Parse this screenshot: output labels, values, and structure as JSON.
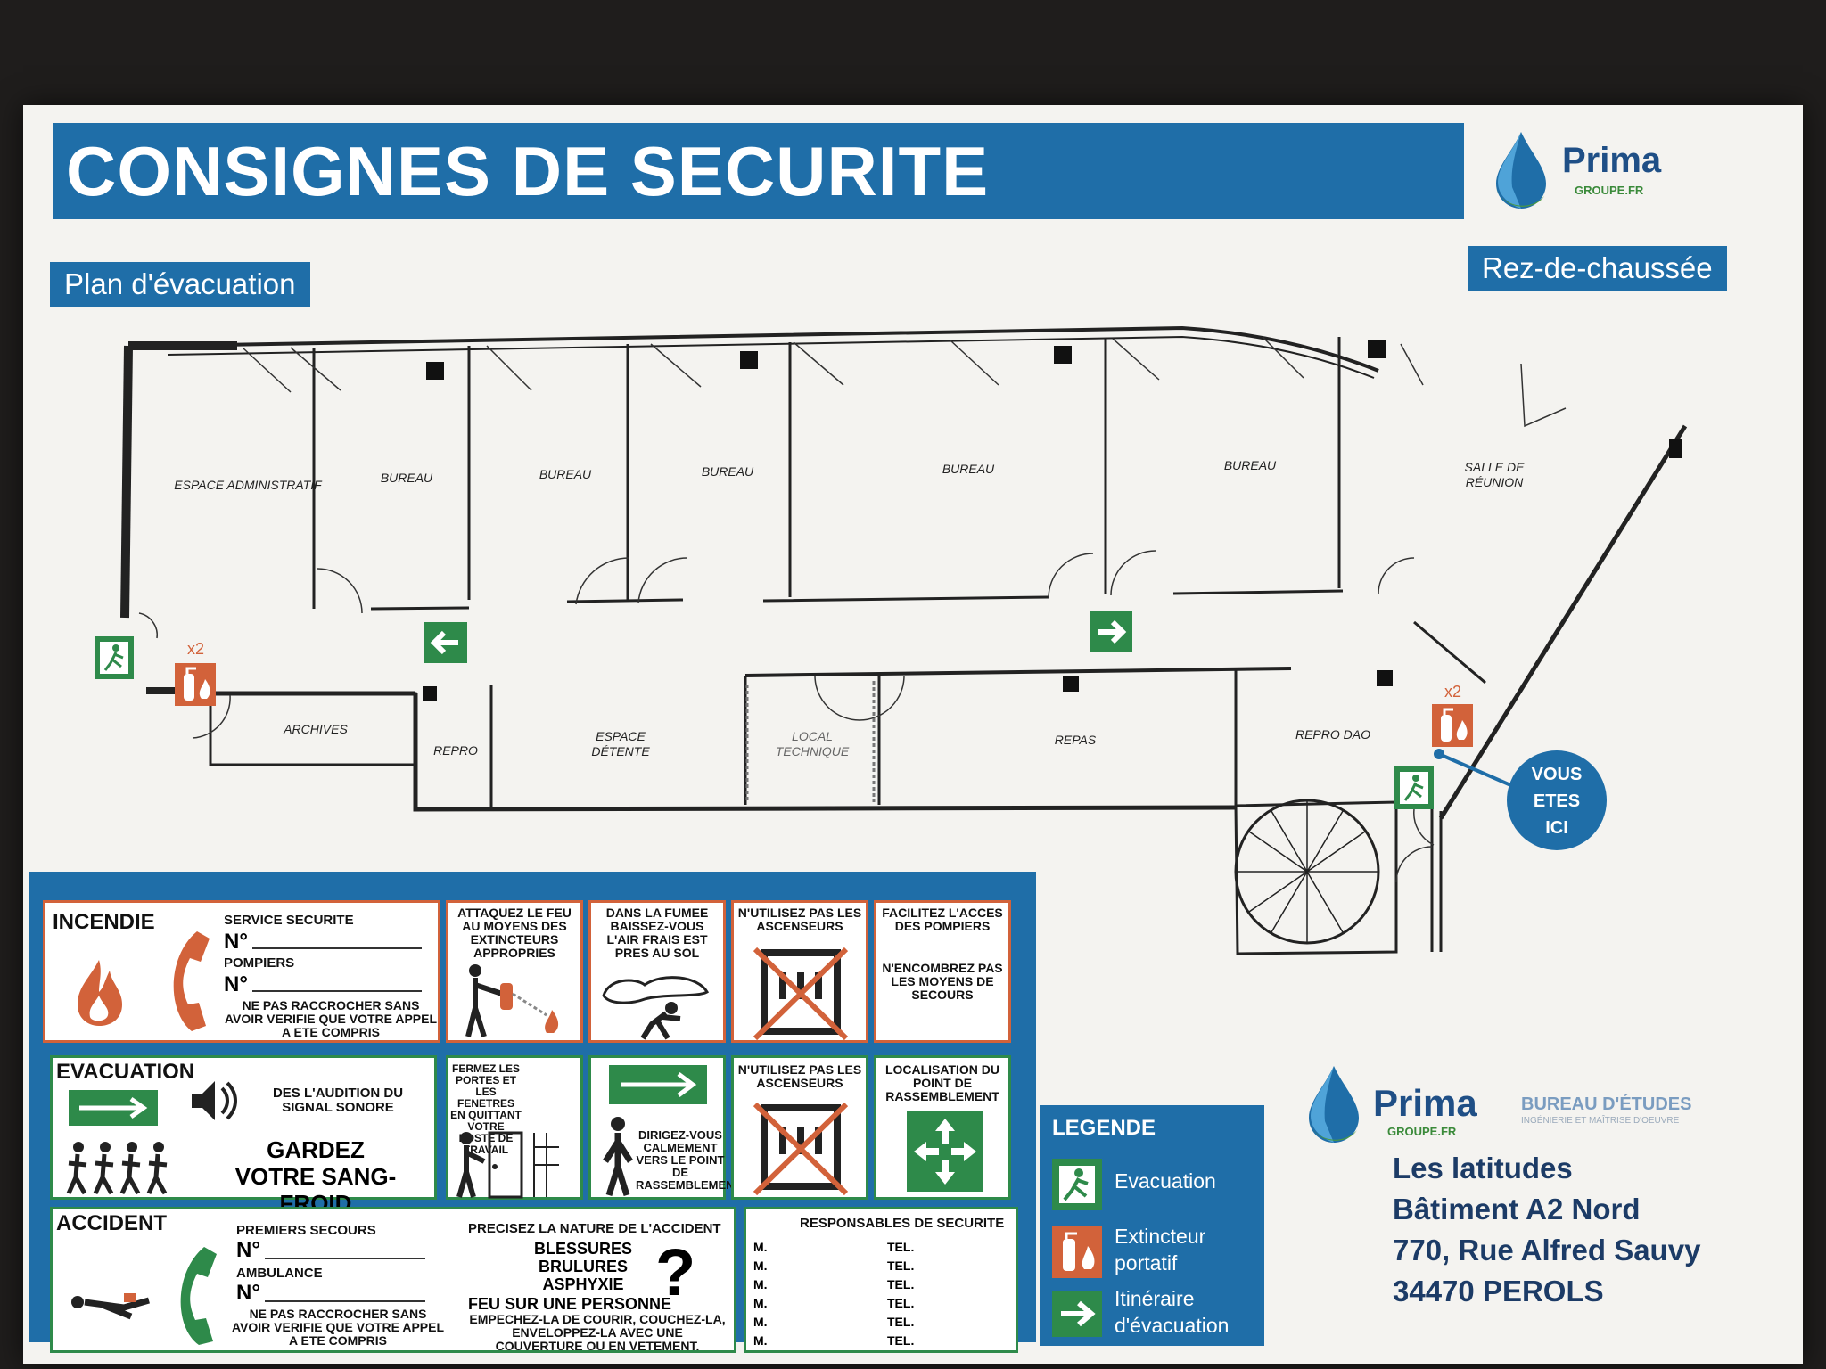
{
  "header": {
    "title": "CONSIGNES DE SECURITE",
    "plan_label": "Plan d'évacuation",
    "floor_label": "Rez-de-chaussée",
    "brand_name": "Prima",
    "brand_sub": "GROUPE.FR"
  },
  "plan": {
    "rooms": {
      "espace_administratif": "ESPACE ADMINISTRATIF",
      "bureau": "BUREAU",
      "salle_reunion": "SALLE DE RÉUNION",
      "archives": "ARCHIVES",
      "repro": "REPRO",
      "espace_detente": "ESPACE DÉTENTE",
      "local_technique": "LOCAL TECHNIQUE",
      "repas": "REPAS",
      "repro_dao": "REPRO DAO"
    },
    "extinguisher_count": "x2",
    "you_are_here": [
      "VOUS",
      "ETES",
      "ICI"
    ]
  },
  "instructions": {
    "incendie": {
      "title": "INCENDIE",
      "service": "SERVICE SECURITE",
      "num": "N°",
      "pompiers": "POMPIERS",
      "note": "NE PAS RACCROCHER SANS AVOIR VERIFIE QUE VOTRE APPEL A ETE COMPRIS",
      "c1": "ATTAQUEZ LE FEU AU MOYENS DES EXTINCTEURS APPROPRIES",
      "c2": "DANS LA FUMEE BAISSEZ-VOUS L'AIR FRAIS EST PRES AU SOL",
      "c3": "N'UTILISEZ PAS LES ASCENSEURS",
      "c4a": "FACILITEZ L'ACCES DES POMPIERS",
      "c4b": "N'ENCOMBREZ PAS LES MOYENS DE SECOURS"
    },
    "evacuation": {
      "title": "EVACUATION",
      "audition": "DES L'AUDITION DU SIGNAL SONORE",
      "calm1": "GARDEZ",
      "calm2": "VOTRE SANG-FROID",
      "c1": "FERMEZ LES PORTES ET LES FENETRES EN QUITTANT VOTRE POSTE DE TRAVAIL",
      "c2": "DIRIGEZ-VOUS CALMEMENT VERS LE POINT DE RASSEMBLEMENT",
      "c3": "N'UTILISEZ PAS LES ASCENSEURS",
      "c4": "LOCALISATION DU POINT DE RASSEMBLEMENT"
    },
    "accident": {
      "title": "ACCIDENT",
      "secours": "PREMIERS SECOURS",
      "num": "N°",
      "ambulance": "AMBULANCE",
      "note": "NE PAS RACCROCHER SANS AVOIR VERIFIE QUE VOTRE APPEL A ETE COMPRIS",
      "nature": "PRECISEZ LA NATURE DE L'ACCIDENT",
      "types": [
        "BLESSURES",
        "BRULURES",
        "ASPHYXIE"
      ],
      "fire_person": "FEU SUR UNE PERSONNE",
      "fire_note": "EMPECHEZ-LA DE COURIR, COUCHEZ-LA, ENVELOPPEZ-LA AVEC UNE COUVERTURE OU EN VETEMENT."
    },
    "responsables": {
      "title": "RESPONSABLES DE SECURITE",
      "m": "M.",
      "tel": "TEL."
    }
  },
  "legend": {
    "title": "LEGENDE",
    "evacuation": "Evacuation",
    "extincteur": "Extincteur portatif",
    "itineraire": "Itinéraire d'évacuation"
  },
  "footer": {
    "brand_name": "Prima",
    "brand_sub": "GROUPE.FR",
    "bureau": "BUREAU D'ÉTUDES",
    "bureau_sub": "INGÉNIERIE ET MAÎTRISE D'OEUVRE",
    "address": [
      "Les latitudes",
      "Bâtiment A2 Nord",
      "770, Rue Alfred Sauvy",
      "34470 PEROLS"
    ]
  },
  "colors": {
    "brand_blue": "#1f6ea8",
    "fire_red": "#d2623a",
    "safety_green": "#2e8a4a"
  }
}
